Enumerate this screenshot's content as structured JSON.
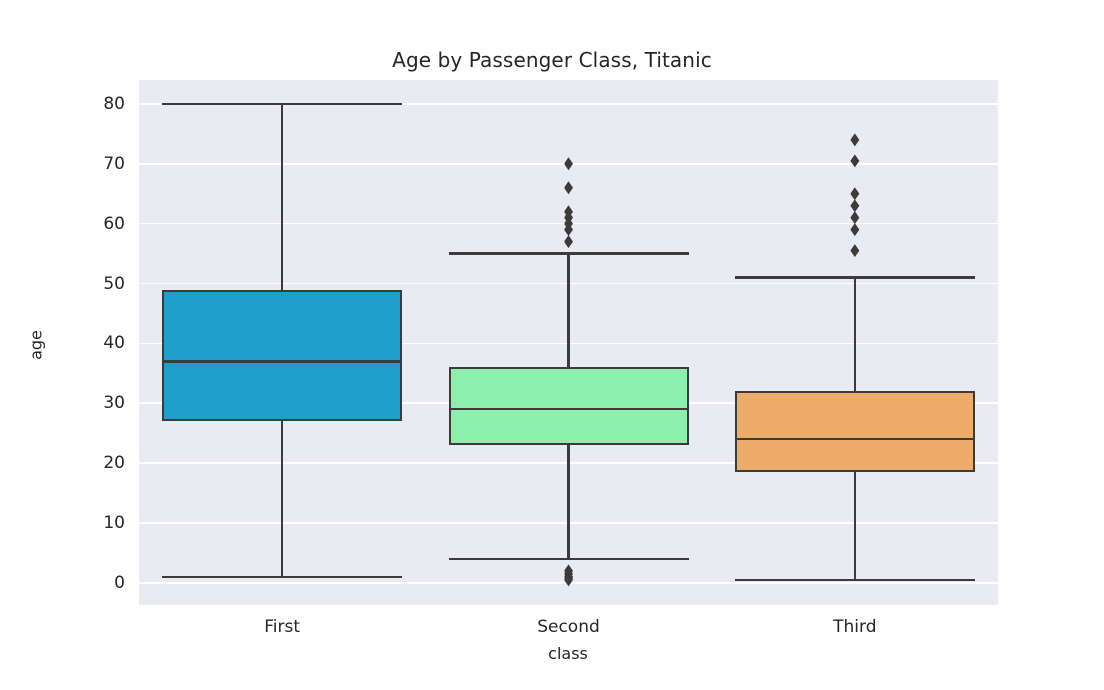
{
  "chart_data": {
    "type": "box",
    "title": "Age by Passenger Class, Titanic",
    "xlabel": "class",
    "ylabel": "age",
    "categories": [
      "First",
      "Second",
      "Third"
    ],
    "ylim": [
      -3.7,
      84.0
    ],
    "yticks": [
      0,
      10,
      20,
      30,
      40,
      50,
      60,
      70,
      80
    ],
    "ytick_labels": [
      "0",
      "10",
      "20",
      "30",
      "40",
      "50",
      "60",
      "70",
      "80"
    ],
    "grid": true,
    "legend": "none",
    "palette": [
      "#1f9fcb",
      "#8deeae",
      "#eeac6a"
    ],
    "line_color": "#3b3b3b",
    "plot_background": "#eaeaf2",
    "figure_background": "#ffffff",
    "boxes": [
      {
        "category": "First",
        "color": "#1f9fcb",
        "q1": 27.0,
        "median": 37.0,
        "q3": 49.0,
        "whisker_low": 1.0,
        "whisker_high": 80.0,
        "outliers": []
      },
      {
        "category": "Second",
        "color": "#8deeae",
        "q1": 23.0,
        "median": 29.0,
        "q3": 36.0,
        "whisker_low": 4.0,
        "whisker_high": 55.0,
        "outliers": [
          70.0,
          66.0,
          62.0,
          61.0,
          60.0,
          59.0,
          57.0,
          2.0,
          1.5,
          1.0,
          0.8,
          0.5
        ]
      },
      {
        "category": "Third",
        "color": "#eeac6a",
        "q1": 18.5,
        "median": 24.0,
        "q3": 32.0,
        "whisker_low": 0.5,
        "whisker_high": 51.0,
        "outliers": [
          74.0,
          70.5,
          65.0,
          63.0,
          61.0,
          59.0,
          55.5
        ]
      }
    ]
  }
}
